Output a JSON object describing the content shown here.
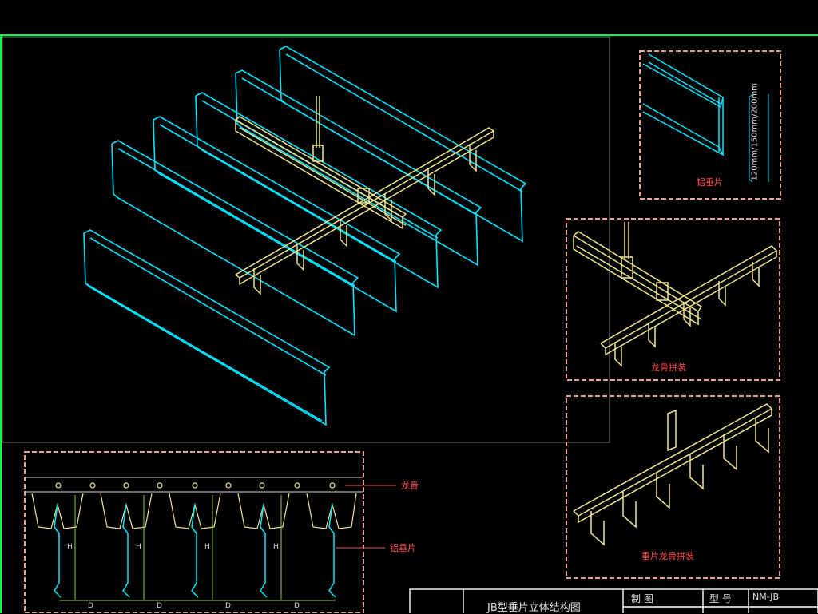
{
  "colors": {
    "background": "#000000",
    "frame": "#00ff3c",
    "slat": "#00e5ff",
    "keel": "#f0e68c",
    "dashed_box": "#e8a090",
    "label": "#ff4a4a",
    "title_frame": "#ffffff"
  },
  "detail_slat": {
    "label": "铝垂片",
    "height_note": "120mm/150mm/200mm"
  },
  "detail_keel_assembly": {
    "label": "龙骨拼装"
  },
  "detail_slat_keel_assembly": {
    "label": "垂片龙骨拼装"
  },
  "section": {
    "keel_label": "龙骨",
    "slat_label": "铝垂片",
    "height_marks": [
      "H",
      "H",
      "H",
      "H"
    ],
    "spacing_marks": [
      "D",
      "D",
      "D",
      "D"
    ]
  },
  "title_block": {
    "drawing_title": "JB型垂片立体结构图",
    "drawn_by_label": "制  图",
    "model_label": "型  号",
    "model_value": "NM-JB"
  }
}
